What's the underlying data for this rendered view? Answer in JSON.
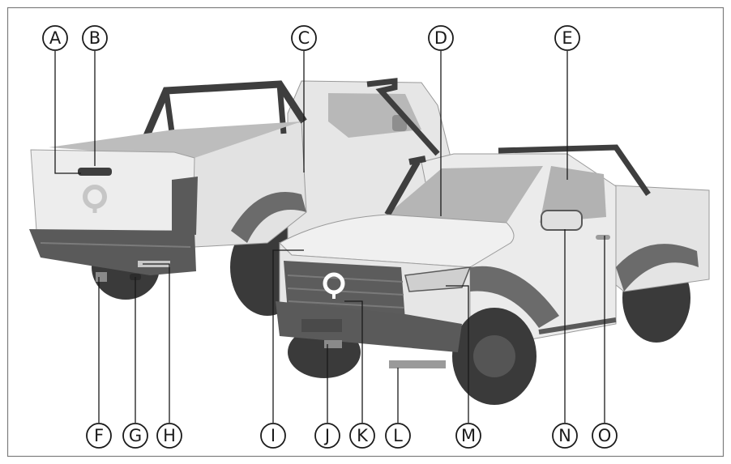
{
  "callouts": [
    "A",
    "B",
    "C",
    "D",
    "E",
    "F",
    "G",
    "H",
    "I",
    "J",
    "K",
    "L",
    "M",
    "N",
    "O"
  ],
  "colors": {
    "frame": "#7d7d7d",
    "ink": "#1a1a1a",
    "body_light": "#ececec",
    "body_mid": "#d2d2d2",
    "trim_dark": "#5a5a5a",
    "tire": "#3a3a3a"
  },
  "icons": {
    "emblem": "brand-emblem-icon"
  }
}
